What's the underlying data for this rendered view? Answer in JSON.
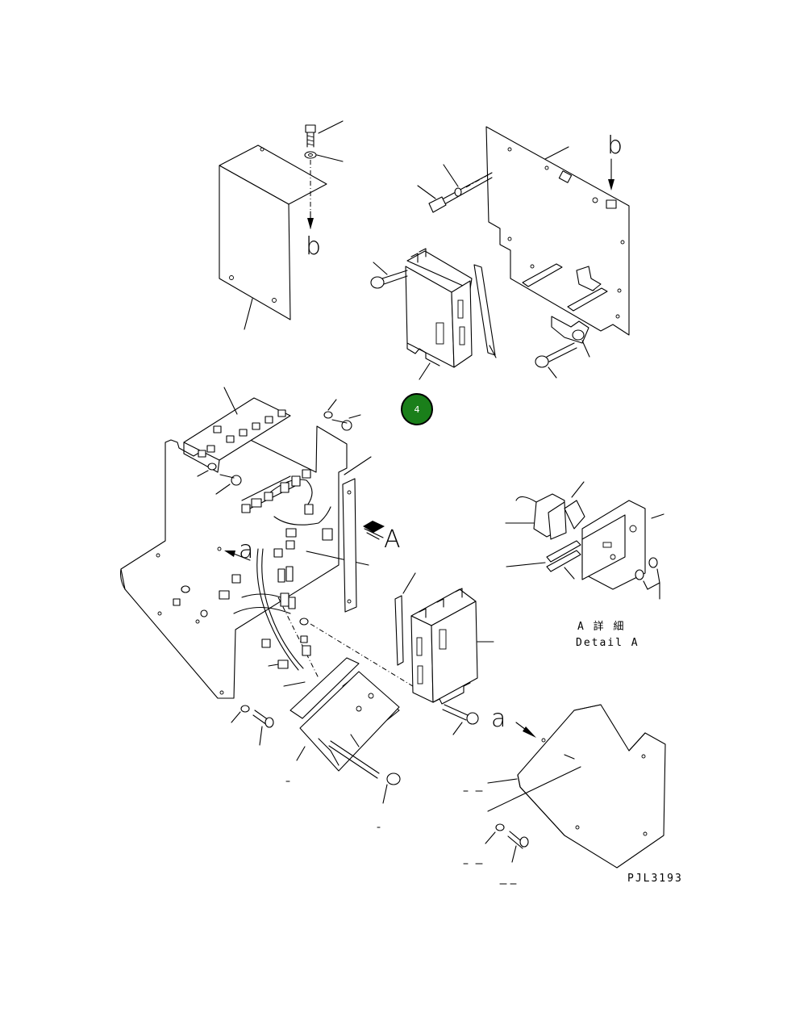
{
  "diagram": {
    "labels": {
      "view_b_top": "b",
      "view_b_arrow": "b",
      "view_a_main": "a",
      "view_a_lower": "a",
      "detail_ref": "A",
      "detail_jp": "A 詳 細",
      "detail_en": "Detail A",
      "drawing_number": "PJL3193"
    },
    "page_marker": "4"
  }
}
